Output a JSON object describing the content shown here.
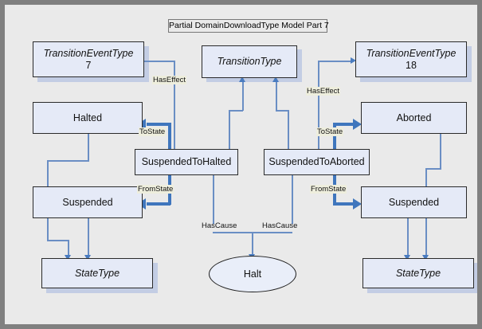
{
  "diagram": {
    "title": "Partial DomainDownloadType Model Part 7",
    "colors": {
      "frame_border": "#808080",
      "background": "#eaeaea",
      "node_fill": "#e5eaf7",
      "node_border": "#2a2a2a",
      "shadow": "#c3cde4",
      "connector": "#6a8ec4",
      "connector_thick": "#3f76bd",
      "label_fill": "#eeeedd"
    },
    "nodes": {
      "transition_event_type_7": {
        "line1": "TransitionEventType",
        "line2": "7"
      },
      "transition_type": {
        "line1": "TransitionType"
      },
      "transition_event_type_18": {
        "line1": "TransitionEventType",
        "line2": "18"
      },
      "halted": {
        "line1": "Halted"
      },
      "aborted": {
        "line1": "Aborted"
      },
      "suspended_to_halted": {
        "line1": "SuspendedToHalted"
      },
      "suspended_to_aborted": {
        "line1": "SuspendedToAborted"
      },
      "suspended_left": {
        "line1": "Suspended"
      },
      "suspended_right": {
        "line1": "Suspended"
      },
      "state_type_left": {
        "line1": "StateType"
      },
      "state_type_right": {
        "line1": "StateType"
      },
      "halt": {
        "line1": "Halt"
      }
    },
    "edge_labels": {
      "has_effect_left": "HasEffect",
      "has_effect_right": "HasEffect",
      "to_state_left": "ToState",
      "to_state_right": "ToState",
      "from_state_left": "FromState",
      "from_state_right": "FromState",
      "has_cause_left": "HasCause",
      "has_cause_right": "HasCause"
    }
  }
}
